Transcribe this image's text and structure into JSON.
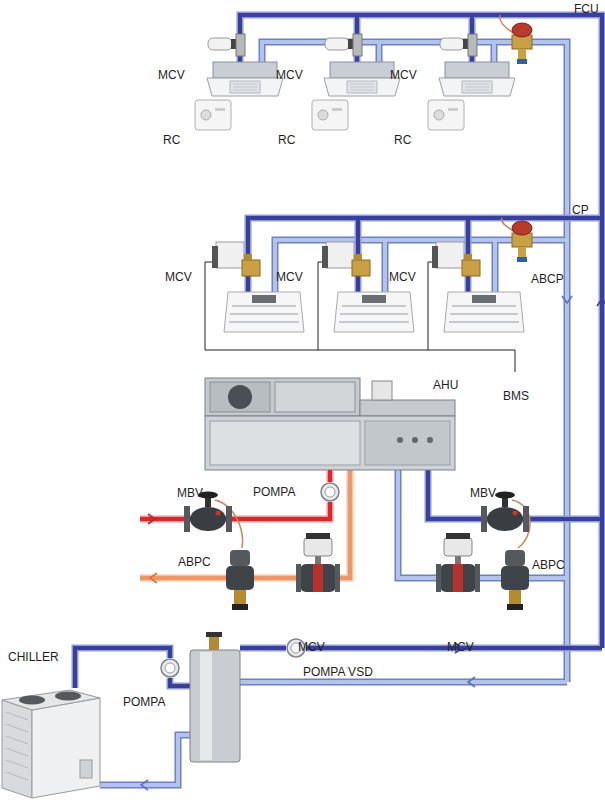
{
  "diagram": {
    "nodes": [
      {
        "text": [
          "AHU"
        ]
      },
      {
        "text": [
          "POMPA"
        ]
      },
      {
        "text": [
          "CHILLER"
        ]
      },
      {
        "text": [
          "POMPA"
        ]
      },
      {
        "text": [
          "POMPA VSD"
        ]
      }
    ],
    "edges": [
      {
        "from": 2,
        "to": 3,
        "arrow": "none"
      },
      {
        "from": 1,
        "to": 0,
        "arrow": "none"
      }
    ],
    "labels": [
      "FCU",
      "MCV",
      "MCV",
      "MCV",
      "RC",
      "RC",
      "RC",
      "CP",
      "MCV",
      "MCV",
      "MCV",
      "ABCP",
      "BMS",
      "MBV",
      "MBV",
      "ABPC",
      "MCV",
      "MCV",
      "ABPC"
    ]
  }
}
